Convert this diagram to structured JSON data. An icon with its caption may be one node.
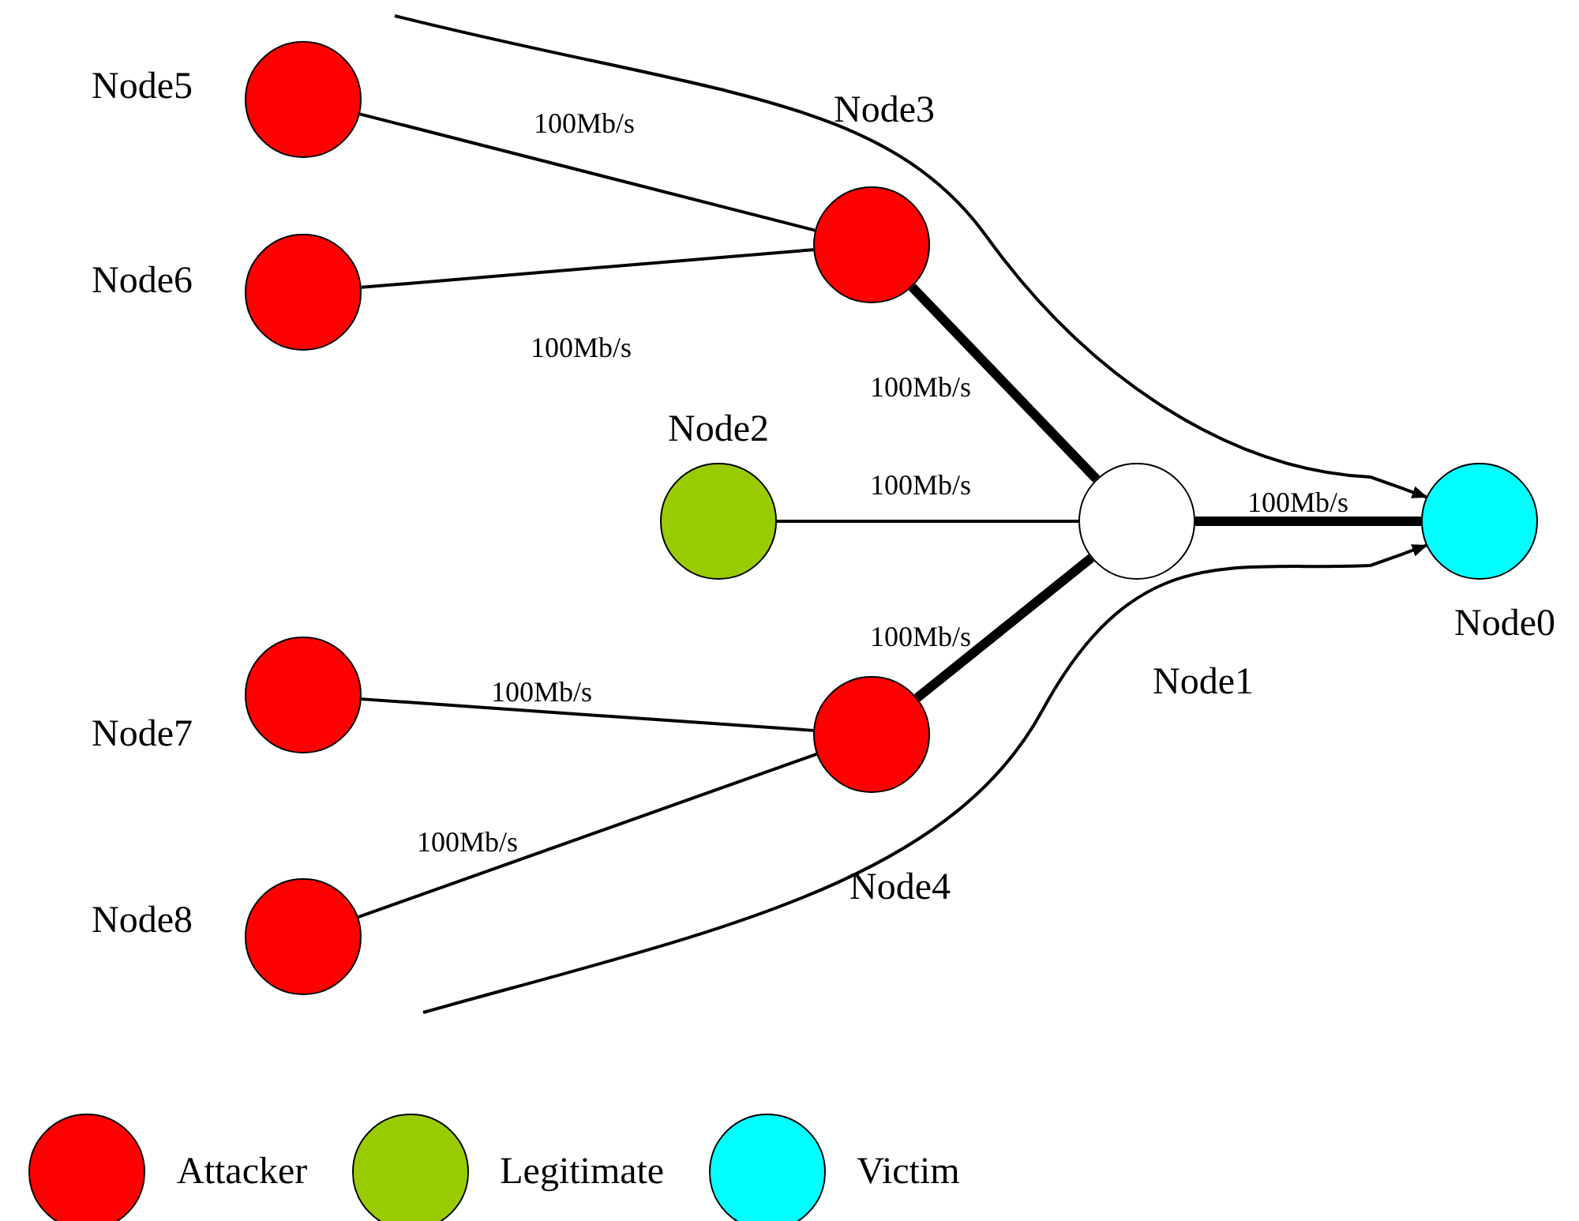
{
  "diagram": {
    "nodes": [
      {
        "text": [],
        "shape": "circle",
        "beside": [
          "Node5"
        ]
      },
      {
        "text": [],
        "shape": "circle",
        "beside": [
          "Node3"
        ]
      },
      {
        "text": [],
        "shape": "circle",
        "beside": [
          "Node6"
        ]
      },
      {
        "text": [],
        "shape": "circle",
        "beside": [
          "Node2"
        ]
      },
      {
        "text": [],
        "shape": "circle",
        "beside": [
          "Node1"
        ]
      },
      {
        "text": [],
        "shape": "circle",
        "beside": [
          "Node0"
        ]
      },
      {
        "text": [],
        "shape": "circle",
        "beside": [
          "Node7"
        ]
      },
      {
        "text": [],
        "shape": "circle",
        "beside": [
          "Node4"
        ]
      },
      {
        "text": [],
        "shape": "circle",
        "beside": [
          "Node8"
        ]
      }
    ],
    "edges": [
      {
        "from": 0,
        "to": 1,
        "arrow": "none",
        "label": "100Mb/s"
      },
      {
        "from": 2,
        "to": 1,
        "arrow": "none",
        "label": "100Mb/s"
      },
      {
        "from": 1,
        "to": 4,
        "arrow": "none",
        "label": "100Mb/s",
        "style": "thick"
      },
      {
        "from": 3,
        "to": 4,
        "arrow": "none",
        "label": "100Mb/s"
      },
      {
        "from": 4,
        "to": 5,
        "arrow": "none",
        "label": "100Mb/s",
        "style": "thick"
      },
      {
        "from": 7,
        "to": 4,
        "arrow": "none",
        "label": "100Mb/s",
        "style": "thick"
      },
      {
        "from": 6,
        "to": 7,
        "arrow": "none",
        "label": "100Mb/s"
      },
      {
        "from": 8,
        "to": 7,
        "arrow": "none",
        "label": "100Mb/s"
      },
      {
        "from": null,
        "to": 5,
        "arrow": "to"
      },
      {
        "from": null,
        "to": 5,
        "arrow": "to"
      }
    ],
    "legend": [
      {
        "text": "Attacker",
        "color": "#ff0000"
      },
      {
        "text": "Legitimate",
        "color": "#99cc00"
      },
      {
        "text": "Victim",
        "color": "#00ffff"
      }
    ]
  }
}
